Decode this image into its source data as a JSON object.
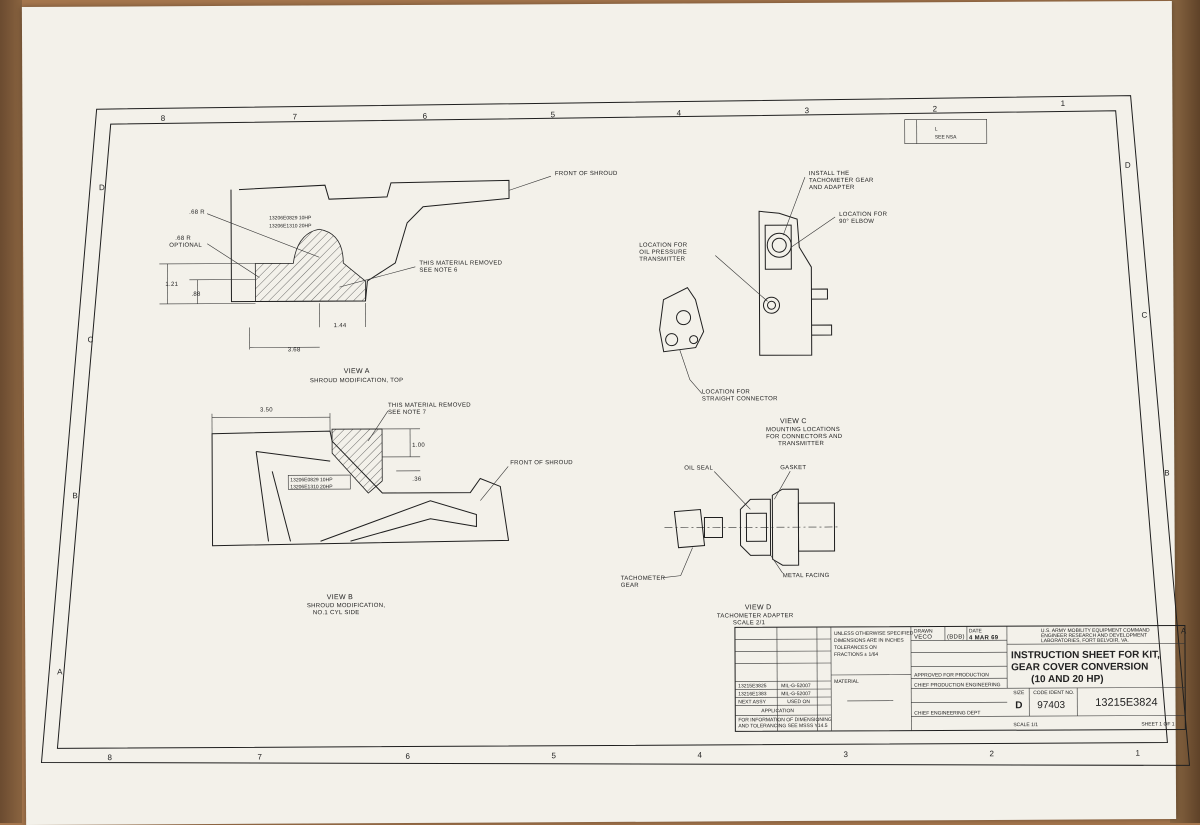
{
  "zones": {
    "columns": [
      "8",
      "7",
      "6",
      "5",
      "4",
      "3",
      "2",
      "1"
    ],
    "rows": [
      "D",
      "C",
      "B",
      "A"
    ]
  },
  "view_a": {
    "label": "VIEW A",
    "caption": "SHROUD MODIFICATION, TOP",
    "note_material": "THIS MATERIAL REMOVED",
    "note_ref": "SEE NOTE 6",
    "front": "FRONT OF SHROUD",
    "part1": "13206E0829 10HP",
    "part2": "13206E1310 20HP",
    "radius": ".68 R",
    "radius_opt": ".68 R",
    "optional": "OPTIONAL",
    "dim_121": "1.21",
    "dim_88": ".88",
    "dim_144": "1.44",
    "dim_368": "3.68"
  },
  "view_b": {
    "label": "VIEW B",
    "caption1": "SHROUD MODIFICATION,",
    "caption2": "NO.1 CYL SIDE",
    "note_material": "THIS MATERIAL REMOVED",
    "note_ref": "SEE NOTE 7",
    "front": "FRONT OF SHROUD",
    "part1": "13206E0829 10HP",
    "part2": "13206E1310 20HP",
    "dim_350": "3.50",
    "dim_100": "1.00",
    "dim_36": ".36"
  },
  "view_c": {
    "label": "VIEW C",
    "caption1": "MOUNTING LOCATIONS",
    "caption2": "FOR CONNECTORS AND",
    "caption3": "TRANSMITTER",
    "install1": "INSTALL THE",
    "install2": "TACHOMETER GEAR",
    "install3": "AND ADAPTER",
    "elbow1": "LOCATION FOR",
    "elbow2": "90° ELBOW",
    "oil1": "LOCATION FOR",
    "oil2": "OIL PRESSURE",
    "oil3": "TRANSMITTER",
    "straight1": "LOCATION FOR",
    "straight2": "STRAIGHT CONNECTOR"
  },
  "view_d": {
    "label": "VIEW D",
    "caption": "TACHOMETER ADAPTER",
    "scale": "SCALE 2/1",
    "oil_seal": "OIL SEAL",
    "gasket": "GASKET",
    "metal": "METAL FACING",
    "tach1": "TACHOMETER",
    "tach2": "GEAR"
  },
  "title_block": {
    "command1": "U.S. ARMY MOBILITY EQUIPMENT COMMAND",
    "command2": "ENGINEER RESEARCH AND DEVELOPMENT",
    "command3": "LABORATORIES, FORT BELVOIR, VA.",
    "title1": "INSTRUCTION SHEET FOR KIT,",
    "title2": "GEAR COVER CONVERSION",
    "title3": "(10 AND 20 HP)",
    "drawn_label": "DRAWN",
    "drawn_by": "VECO",
    "drawn_code": "(BDB)",
    "date_label": "DATE",
    "date": "4 MAR 69",
    "size_label": "SIZE",
    "size": "D",
    "code_label": "CODE IDENT NO.",
    "code": "97403",
    "dwg_no": "13215E3824",
    "approved": "APPROVED FOR PRODUCTION",
    "chief_prod": "CHIEF PRODUCTION ENGINEERING",
    "chief_eng": "CHIEF ENGINEERING DEPT",
    "scale": "SCALE 1/1",
    "sheet": "SHEET 1 OF 1",
    "application": "APPLICATION",
    "next_assy": "NEXT ASSY",
    "used_on": "USED ON",
    "material": "MATERIAL",
    "info1": "FOR INFORMATION OF DIMENSIONING",
    "info2": "AND TOLERANCING SEE MSSS Y14.5",
    "assy1": "13215E3825",
    "assy2": "13216E1383",
    "mil1": "MIL-G-52007",
    "mil2": "MIL-G-52007",
    "unless1": "UNLESS OTHERWISE SPECIFIED",
    "unless2": "DIMENSIONS ARE IN INCHES",
    "unless3": "TOLERANCES ON",
    "unless4": "FRACTIONS ± 1/64",
    "rev1": "SEE NSA",
    "rev2": "L"
  }
}
